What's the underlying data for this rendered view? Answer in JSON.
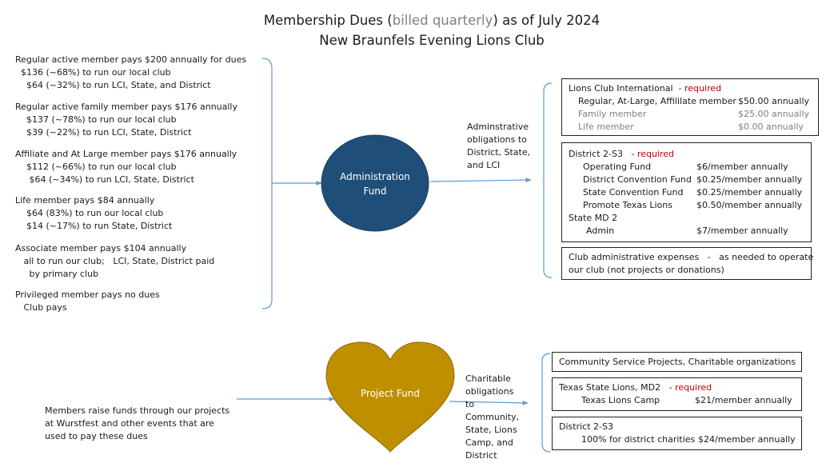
{
  "title": {
    "line1_pre": "Membership Dues (",
    "line1_muted": "billed quarterly",
    "line1_post": ") as of July 2024",
    "line2": "New Braunfels Evening Lions Club"
  },
  "members": [
    {
      "lines": [
        "Regular active member pays $200 annually for dues",
        "  $136 (~68%) to run our local club",
        "    $64 (~32%) to run LCI, State, and District"
      ]
    },
    {
      "lines": [
        "Regular active family member pays $176 annually",
        "    $137 (~78%) to run our local club",
        "    $39 (~22%) to run LCI, State, District"
      ]
    },
    {
      "lines": [
        "Affiliate and At Large member pays $176 annually",
        "    $112 (~66%) to run our local club",
        "     $64 (~34%) to run LCI, State, District"
      ]
    },
    {
      "lines": [
        "Life member pays $84 annually",
        "    $64 (83%) to run our local club",
        "    $14 (~17%) to run State, District"
      ]
    },
    {
      "lines": [
        "Associate member pays $104 annually",
        "   all to run our club;   LCI, State, District paid",
        "     by primary club"
      ]
    },
    {
      "lines": [
        "Privileged member pays no dues",
        "   Club pays"
      ]
    }
  ],
  "admin_fund": {
    "line1": "Administration",
    "line2": "Fund",
    "color": "#1f4e79"
  },
  "admin_obligations": [
    "Adminstrative",
    "obligations to",
    "District, State,",
    "and LCI"
  ],
  "lci_box": {
    "title": "Lions Club International  - ",
    "required": "required",
    "rows": [
      {
        "label": "Regular, At-Large, Affililate member",
        "amount": "$50.00 annually",
        "muted": false
      },
      {
        "label": "Family member",
        "amount": "$25.00 annually",
        "muted": true
      },
      {
        "label": "Life member",
        "amount": "$0.00 annually",
        "muted": true
      }
    ]
  },
  "district_box": {
    "title": "District 2-S3   - ",
    "required": "required",
    "rows": [
      {
        "label": "Operating Fund",
        "amount": "$6/member annually"
      },
      {
        "label": "District Convention Fund",
        "amount": "$0.25/member annually"
      },
      {
        "label": "State Convention Fund",
        "amount": "$0.25/member annually"
      },
      {
        "label": "Promote Texas Lions",
        "amount": "$0.50/member annually"
      }
    ],
    "state_title": "State MD 2",
    "state_row": {
      "label": "Admin",
      "amount": "$7/member annually"
    }
  },
  "club_box": {
    "line1": "Club administrative expenses   -   as needed to operate",
    "line2": "our club (not projects or donations)"
  },
  "project_fund": {
    "label": "Project Fund",
    "color": "#bf8f00"
  },
  "raise_text": [
    "Members raise funds through our projects",
    "at Wurstfest and other events that are",
    "used to pay these dues"
  ],
  "charitable_obligations": [
    "Charitable",
    "obligations",
    "to",
    "Community,",
    "State, Lions",
    "Camp, and",
    "District"
  ],
  "community_box": {
    "line1": "Community Service Projects, Charitable organizations"
  },
  "texas_box": {
    "title": "Texas State Lions, MD2   - ",
    "required": "required",
    "row_label": "Texas Lions Camp",
    "row_amount": "$21/member annually"
  },
  "district_charity_box": {
    "title": "District 2-S3",
    "row_label": "100% for district charities",
    "row_amount": "$24/member annually"
  },
  "colors": {
    "line": "#5b9bd5",
    "required": "#c00000",
    "admin_circle": "#1f4e79",
    "heart": "#bf8f00"
  }
}
